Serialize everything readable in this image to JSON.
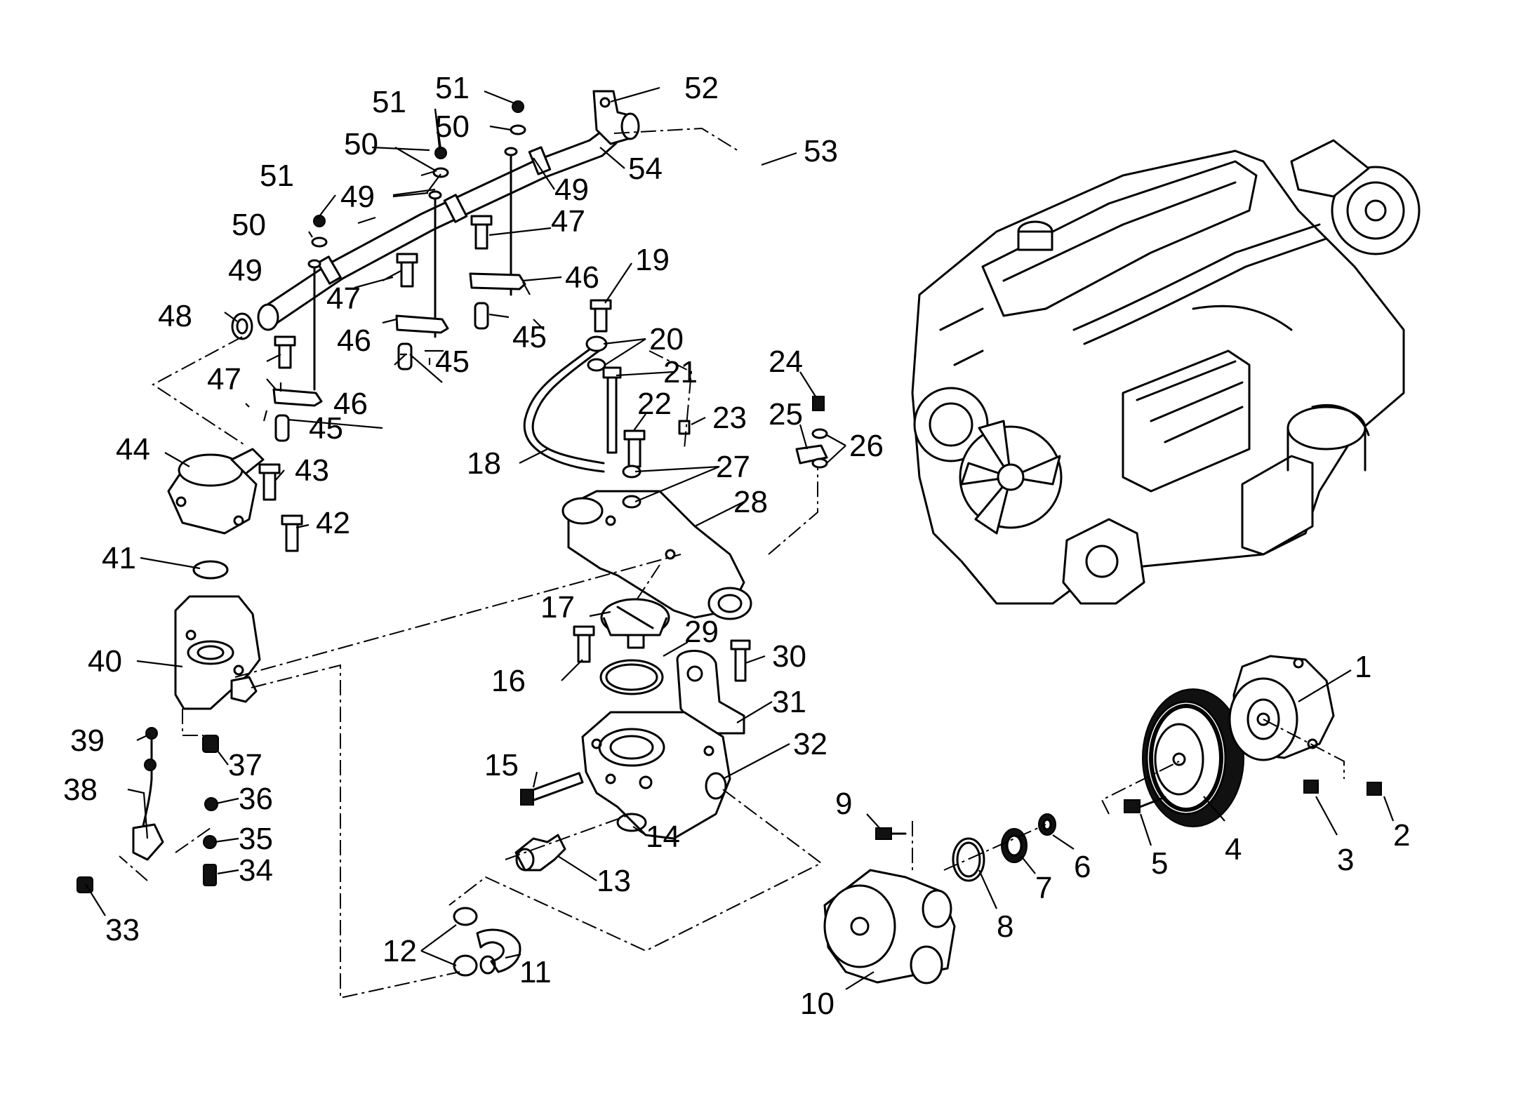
{
  "callouts": {
    "c1": "1",
    "c2": "2",
    "c3": "3",
    "c4": "4",
    "c5": "5",
    "c6": "6",
    "c7": "7",
    "c8": "8",
    "c9": "9",
    "c10": "10",
    "c11": "11",
    "c12": "12",
    "c13": "13",
    "c14": "14",
    "c15": "15",
    "c16": "16",
    "c17": "17",
    "c18": "18",
    "c19": "19",
    "c20": "20",
    "c21": "21",
    "c22": "22",
    "c23": "23",
    "c24": "24",
    "c25": "25",
    "c26": "26",
    "c27": "27",
    "c28": "28",
    "c29": "29",
    "c30": "30",
    "c31": "31",
    "c32": "32",
    "c33": "33",
    "c34": "34",
    "c35": "35",
    "c36": "36",
    "c37": "37",
    "c38": "38",
    "c39": "39",
    "c40": "40",
    "c41": "41",
    "c42": "42",
    "c43": "43",
    "c44": "44",
    "c45": "45",
    "c46": "46",
    "c47": "47",
    "c48": "48",
    "c49": "49",
    "c50": "50",
    "c51": "51",
    "c52": "52",
    "c53": "53",
    "c54": "54"
  }
}
